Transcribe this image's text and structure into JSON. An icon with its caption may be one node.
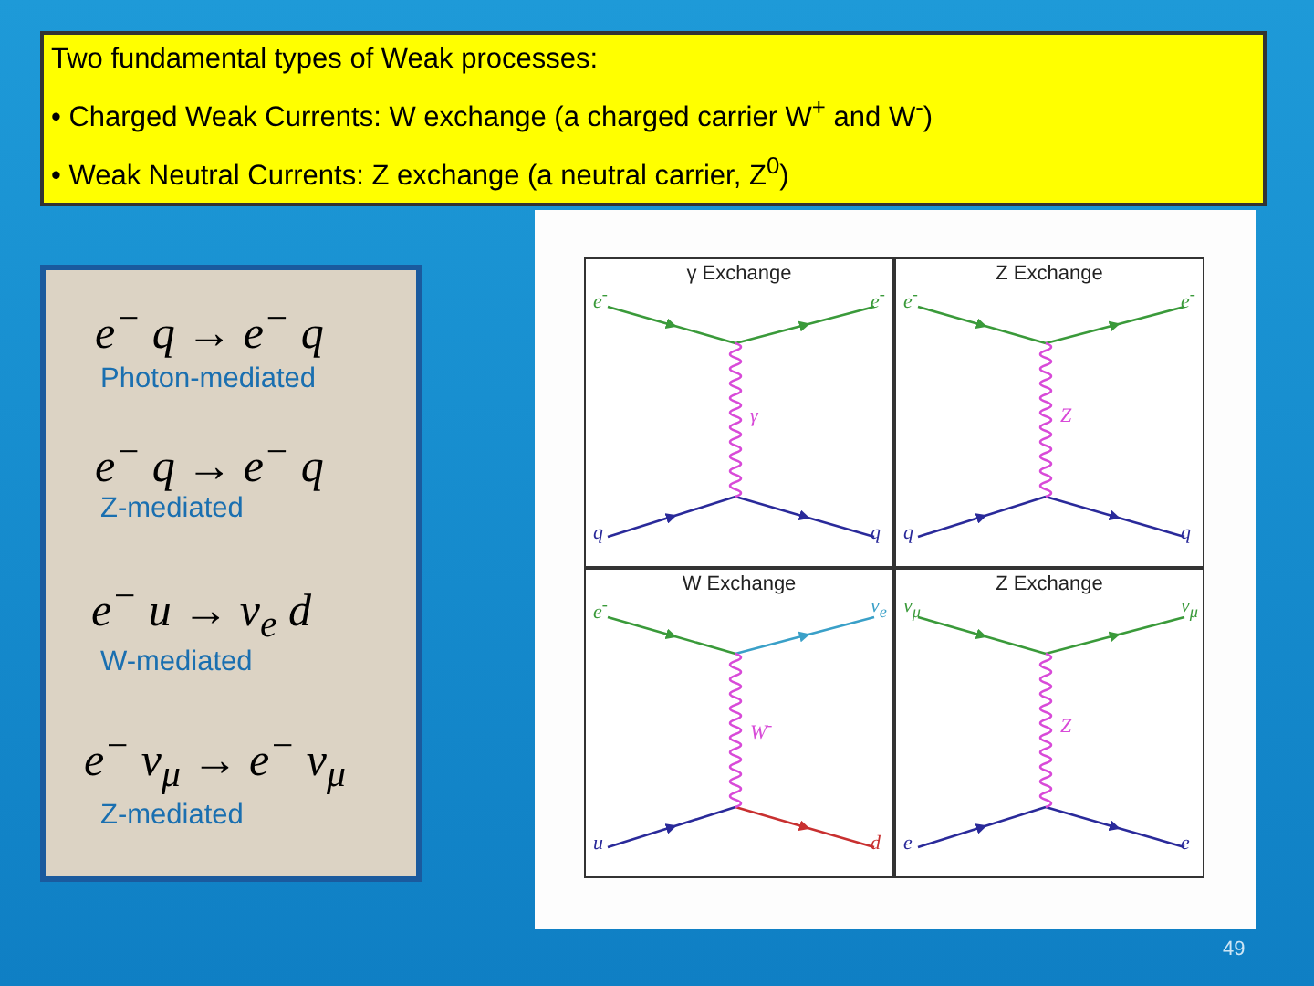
{
  "diagram": {
    "nodes": [
      {
        "text": [
          "Two fundamental types of Weak processes:",
          "• Charged Weak Currents: W exchange (a charged carrier W$^{+}$ and W$^{-}$)",
          "• Weak Neutral Currents: Z exchange (a neutral carrier, Z$^{0}$)"
        ]
      },
      {
        "text": [
          "γ Exchange"
        ]
      },
      {
        "text": [
          "Z Exchange"
        ]
      },
      {
        "text": [
          "W Exchange"
        ]
      },
      {
        "text": [
          "Z Exchange"
        ]
      }
    ],
    "labels": [
      "e$^{−}$ q → e$^{−}$ q",
      "Photon-mediated",
      "e$^{−}$ q → e$^{−}$ q",
      "Z-mediated",
      "e$^{−}$ u → ν$_{e}$ d",
      "W-mediated",
      "e$^{−}$ ν$_{μ}$ → e$^{−}$ ν$_{μ}$",
      "Z-mediated",
      "e$^{-}$",
      "e$^{-}$",
      "γ",
      "q",
      "q",
      "e$^{-}$",
      "e$^{-}$",
      "Z",
      "q",
      "q",
      "e$^{-}$",
      "ν$_{e}$",
      "W$^{-}$",
      "u",
      "d",
      "ν$_{μ}$",
      "ν$_{μ}$",
      "Z",
      "e",
      "e",
      "49"
    ]
  }
}
